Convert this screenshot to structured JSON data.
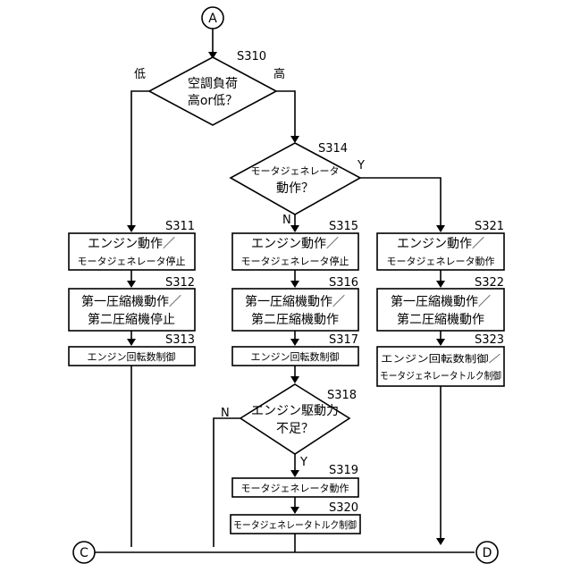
{
  "connectors": {
    "top": "A",
    "left_bottom": "C",
    "right_bottom": "D"
  },
  "steps": {
    "s310": {
      "id": "S310",
      "lines": [
        "空調負荷",
        "高or低？"
      ],
      "branch_left": "低",
      "branch_right": "高"
    },
    "s314": {
      "id": "S314",
      "lines": [
        "モータジェネレータ",
        "動作？"
      ],
      "branch_yes": "Y",
      "branch_no": "N"
    },
    "s311": {
      "id": "S311",
      "lines": [
        "エンジン動作／",
        "モータジェネレータ停止"
      ]
    },
    "s312": {
      "id": "S312",
      "lines": [
        "第一圧縮機動作／",
        "第二圧縮機停止"
      ]
    },
    "s313": {
      "id": "S313",
      "lines": [
        "エンジン回転数制御"
      ]
    },
    "s315": {
      "id": "S315",
      "lines": [
        "エンジン動作／",
        "モータジェネレータ停止"
      ]
    },
    "s316": {
      "id": "S316",
      "lines": [
        "第一圧縮機動作／",
        "第二圧縮機動作"
      ]
    },
    "s317": {
      "id": "S317",
      "lines": [
        "エンジン回転数制御"
      ]
    },
    "s318": {
      "id": "S318",
      "lines": [
        "エンジン駆動力",
        "不足？"
      ],
      "branch_yes": "Y",
      "branch_no": "N"
    },
    "s319": {
      "id": "S319",
      "lines": [
        "モータジェネレータ動作"
      ]
    },
    "s320": {
      "id": "S320",
      "lines": [
        "モータジェネレータトルク制御"
      ]
    },
    "s321": {
      "id": "S321",
      "lines": [
        "エンジン動作／",
        "モータジェネレータ動作"
      ]
    },
    "s322": {
      "id": "S322",
      "lines": [
        "第一圧縮機動作／",
        "第二圧縮機動作"
      ]
    },
    "s323": {
      "id": "S323",
      "lines": [
        "エンジン回転数制御／",
        "モータジェネレータトルク制御"
      ]
    }
  }
}
